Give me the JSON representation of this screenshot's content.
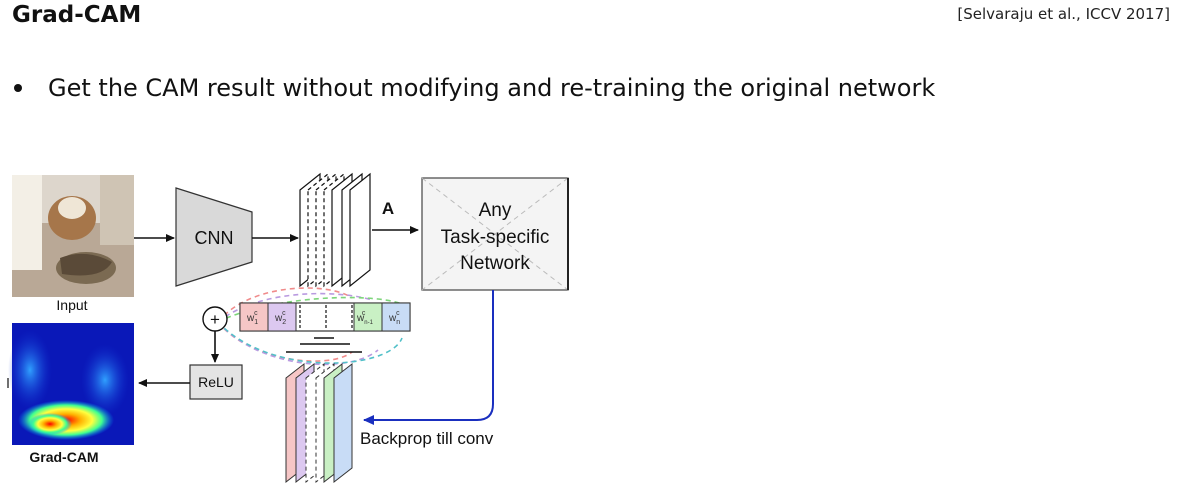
{
  "slide": {
    "title": "Grad-CAM",
    "citation": "[Selvaraju et al., ICCV 2017]",
    "bullet": "Get the CAM result without modifying and re-training the original network"
  },
  "diagram": {
    "input_label": "Input",
    "cnn_label": "CNN",
    "feature_label": "A",
    "task_lines": [
      "Any",
      "Task-specific",
      "Network"
    ],
    "relu_label": "ReLU",
    "backprop_label": "Backprop till conv",
    "output_label": "Grad-CAM",
    "plus_symbol": "+",
    "weight_label_base": "w",
    "weight_label_sup": "c",
    "weight_subscripts": [
      "1",
      "2",
      "n-1",
      "n"
    ],
    "weight_colors": [
      "#f6c6c6",
      "#dcc8f0",
      "#c9f0c4",
      "#c8dcf6"
    ],
    "arrow_color": "#1a2fbf"
  }
}
